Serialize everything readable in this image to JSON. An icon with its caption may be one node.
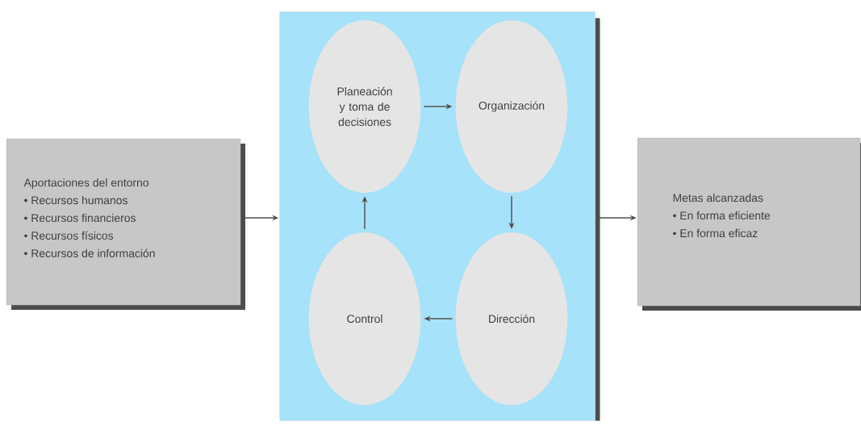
{
  "diagram": {
    "nodes": [
      {
        "text": [
          "Aportaciones del entorno",
          "• Recursos humanos",
          "• Recursos financieros",
          "• Recursos físicos",
          "• Recursos de información"
        ]
      },
      {
        "text": [],
        "shape": "box"
      },
      {
        "text": [
          "Planeación y toma de decisiones"
        ],
        "in": 1
      },
      {
        "text": [
          "Organización"
        ],
        "in": 1
      },
      {
        "text": [
          "Dirección"
        ],
        "in": 1
      },
      {
        "text": [
          "Control"
        ],
        "in": 1
      },
      {
        "text": [
          "Metas alcanzadas",
          "• En forma eficiente",
          "• En forma eficaz"
        ]
      }
    ],
    "edges": [
      {
        "from": 0,
        "to": 1,
        "arrow": "to"
      },
      {
        "from": 2,
        "to": 3,
        "arrow": "to"
      },
      {
        "from": 3,
        "to": 4,
        "arrow": "to"
      },
      {
        "from": 4,
        "to": 5,
        "arrow": "to"
      },
      {
        "from": 5,
        "to": 2,
        "arrow": "to"
      },
      {
        "from": 1,
        "to": 6,
        "arrow": "to"
      }
    ]
  }
}
